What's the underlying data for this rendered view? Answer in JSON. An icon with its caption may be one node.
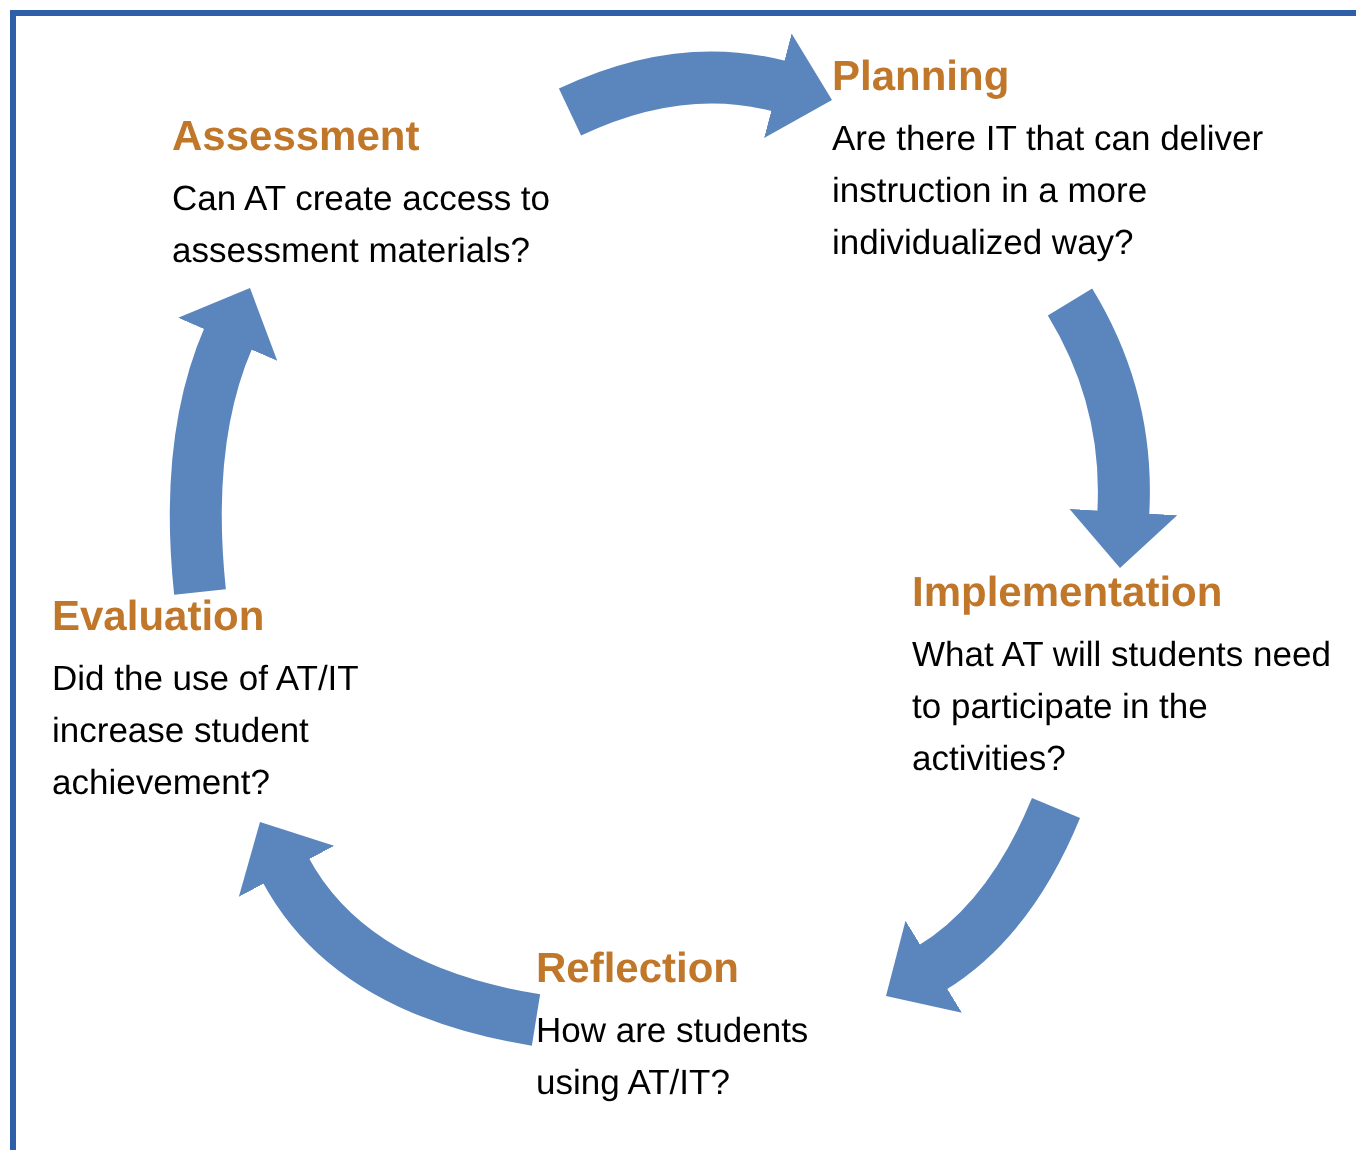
{
  "diagram": {
    "nodes": [
      {
        "text": [
          "Assessment",
          "Can AT create access to assessment materials?"
        ]
      },
      {
        "text": [
          "Planning",
          "Are there IT that can deliver instruction in a more individualized way?"
        ]
      },
      {
        "text": [
          "Implementation",
          "What AT will students need to participate in the activities?"
        ]
      },
      {
        "text": [
          "Reflection",
          "How are students using AT/IT?"
        ]
      },
      {
        "text": [
          "Evaluation",
          "Did the use of AT/IT increase student achievement?"
        ]
      }
    ],
    "edges": [
      {
        "from": 0,
        "to": 1,
        "arrow": "to"
      },
      {
        "from": 1,
        "to": 2,
        "arrow": "to"
      },
      {
        "from": 2,
        "to": 3,
        "arrow": "to"
      },
      {
        "from": 3,
        "to": 4,
        "arrow": "to"
      },
      {
        "from": 4,
        "to": 0,
        "arrow": "to"
      }
    ]
  }
}
